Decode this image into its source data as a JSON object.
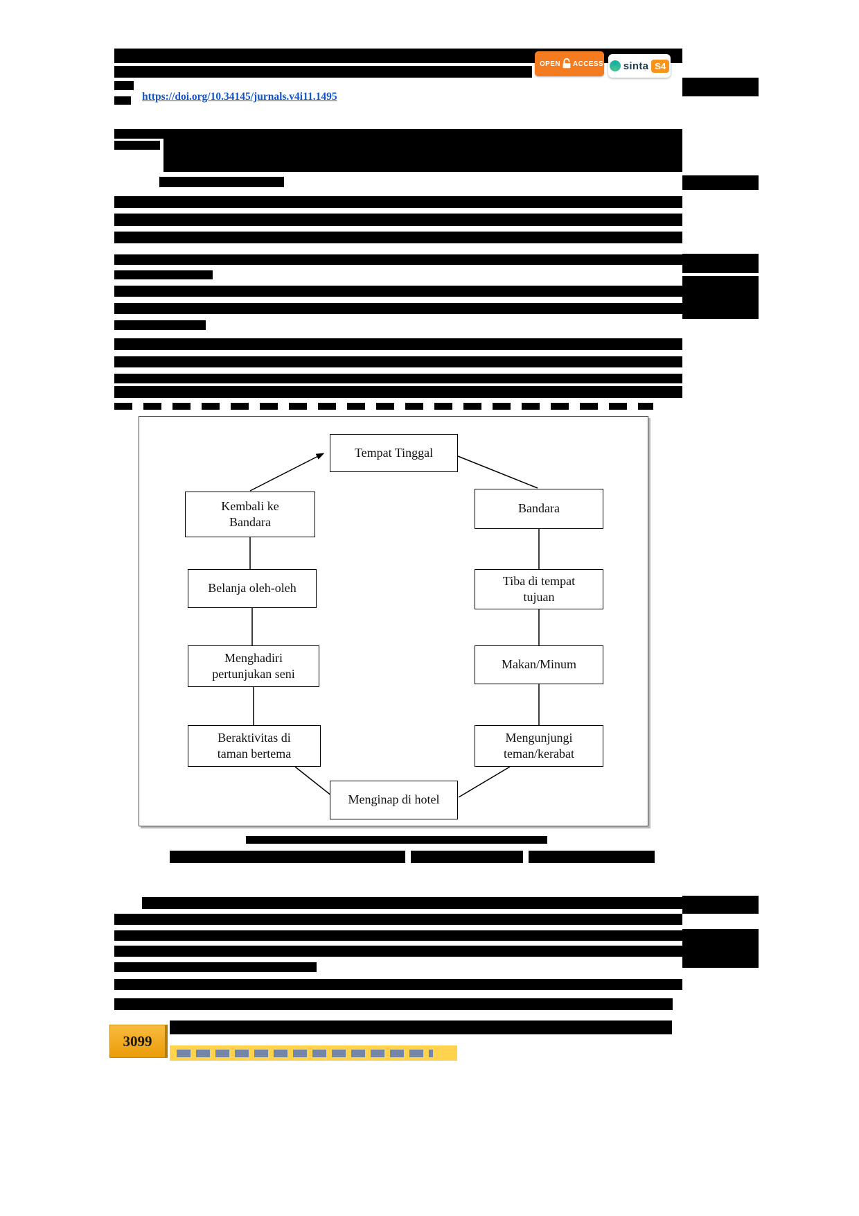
{
  "header": {
    "doi_link": "https://doi.org/10.34145/jurnals.v4i11.1495",
    "open_access_badge": {
      "top": "OPEN",
      "bottom": "ACCESS"
    },
    "sinta_badge": {
      "name": "sinta",
      "rank": "S4"
    }
  },
  "figure": {
    "type": "cycle-flowchart",
    "nodes": [
      {
        "id": "tempat-tinggal",
        "text": "Tempat Tinggal"
      },
      {
        "id": "kembali-ke-bandara",
        "text": "Kembali ke\nBandara"
      },
      {
        "id": "bandara",
        "text": "Bandara"
      },
      {
        "id": "belanja-oleh-oleh",
        "text": "Belanja oleh-oleh"
      },
      {
        "id": "tiba-di-tempat-tujuan",
        "text": "Tiba di tempat\ntujuan"
      },
      {
        "id": "menghadiri-pertunjukan-seni",
        "text": "Menghadiri\npertunjukan seni"
      },
      {
        "id": "makan-minum",
        "text": "Makan/Minum"
      },
      {
        "id": "beraktivitas-di-taman-bertema",
        "text": "Beraktivitas di\ntaman bertema"
      },
      {
        "id": "mengunjungi-teman-kerabat",
        "text": "Mengunjungi\nteman/kerabat"
      },
      {
        "id": "menginap-di-hotel",
        "text": "Menginap di hotel"
      }
    ],
    "edges": [
      [
        "tempat-tinggal",
        "bandara"
      ],
      [
        "bandara",
        "tiba-di-tempat-tujuan"
      ],
      [
        "tiba-di-tempat-tujuan",
        "makan-minum"
      ],
      [
        "makan-minum",
        "mengunjungi-teman-kerabat"
      ],
      [
        "mengunjungi-teman-kerabat",
        "menginap-di-hotel"
      ],
      [
        "menginap-di-hotel",
        "beraktivitas-di-taman-bertema"
      ],
      [
        "beraktivitas-di-taman-bertema",
        "menghadiri-pertunjukan-seni"
      ],
      [
        "menghadiri-pertunjukan-seni",
        "belanja-oleh-oleh"
      ],
      [
        "belanja-oleh-oleh",
        "kembali-ke-bandara"
      ],
      [
        "kembali-ke-bandara",
        "tempat-tinggal"
      ]
    ]
  },
  "footer": {
    "page_number": "3099"
  },
  "colors": {
    "redaction_black": "#000000",
    "link_blue": "#1356cc",
    "open_access_orange": "#f47b20",
    "sinta_orange": "#f7941e",
    "page_box_gold": "#eb9c07",
    "highlight_yellow": "#ffd34d"
  }
}
